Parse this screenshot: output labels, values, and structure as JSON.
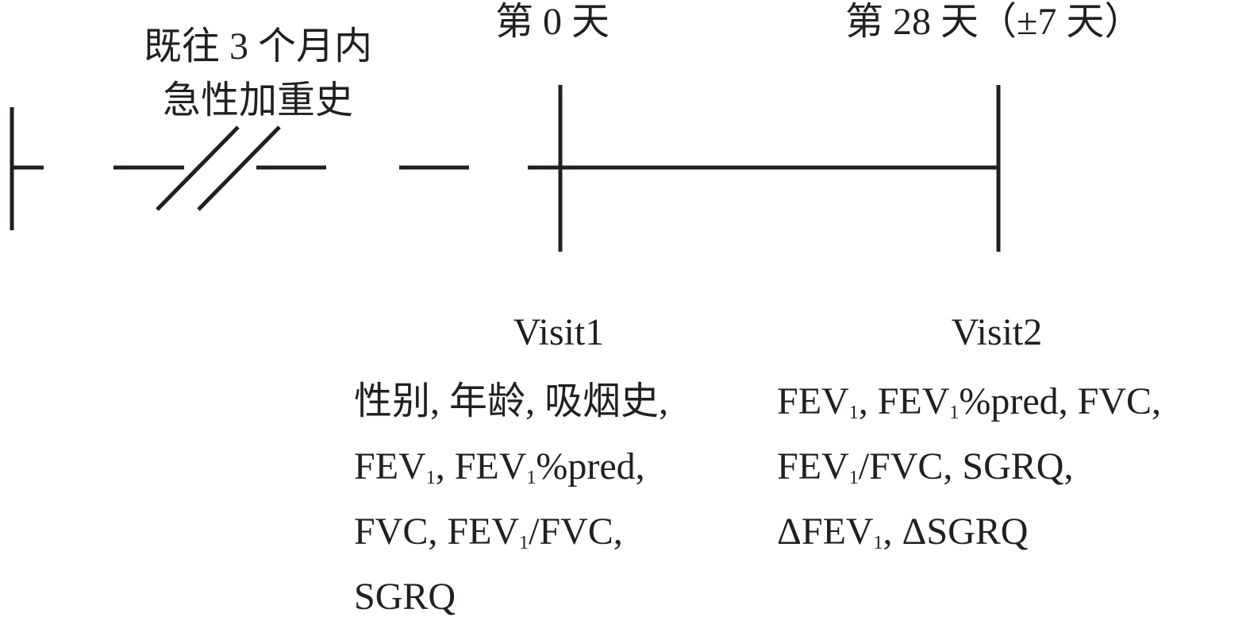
{
  "history_label": [
    "既往 3 个月内",
    "急性加重史"
  ],
  "day0_label": "第 0 天",
  "day28_label": "第 28 天（±7 天）",
  "visit1": {
    "title": "Visit1",
    "measures": [
      "性别, 年龄, 吸烟史,",
      "FEV<sub>1</sub>, FEV<sub>1</sub>%pred,",
      "FVC, FEV<sub>1</sub>/FVC,",
      "SGRQ"
    ]
  },
  "visit2": {
    "title": "Visit2",
    "measures": [
      "FEV<sub>1</sub>, FEV<sub>1</sub>%pred, FVC,",
      "FEV<sub>1</sub>/FVC, SGRQ,",
      "ΔFEV<sub>1</sub>, ΔSGRQ"
    ]
  },
  "colors": {
    "ink": "#231f20"
  }
}
